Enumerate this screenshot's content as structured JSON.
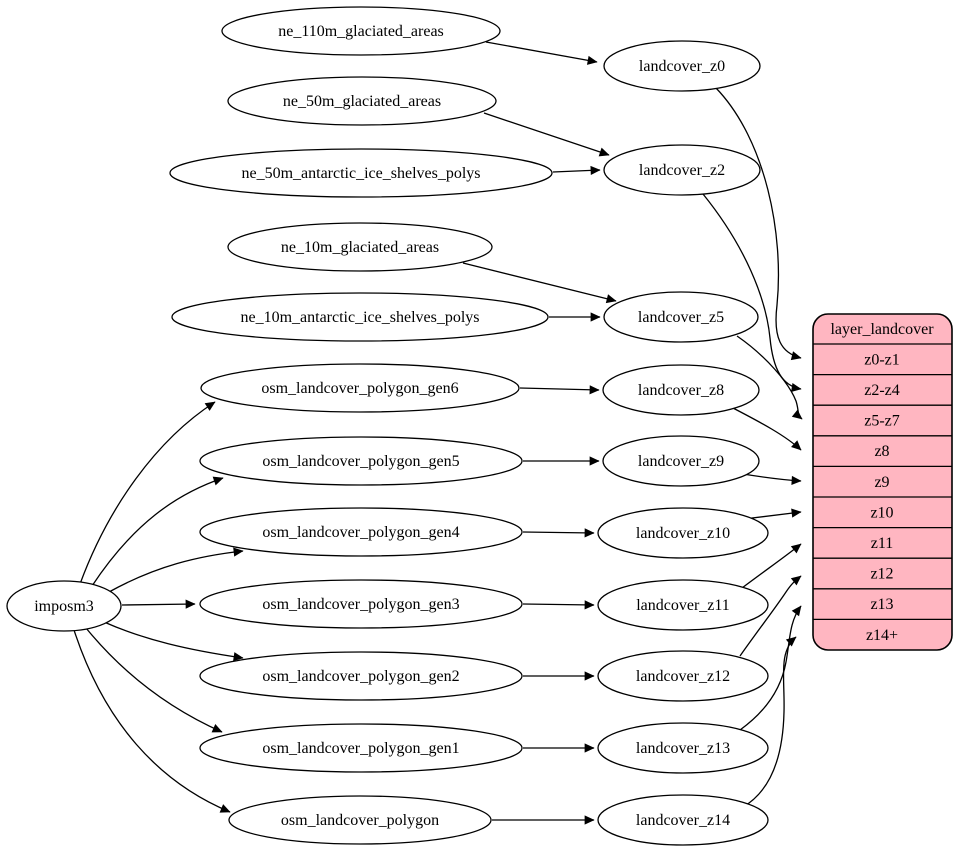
{
  "colors": {
    "record_fill": "#ffb6c1",
    "node_fill": "#ffffff",
    "stroke": "#000000",
    "background": "#ffffff"
  },
  "nodes": {
    "imposm3": "imposm3",
    "ne_110m_glaciated_areas": "ne_110m_glaciated_areas",
    "ne_50m_glaciated_areas": "ne_50m_glaciated_areas",
    "ne_50m_antarctic_ice_shelves_polys": "ne_50m_antarctic_ice_shelves_polys",
    "ne_10m_glaciated_areas": "ne_10m_glaciated_areas",
    "ne_10m_antarctic_ice_shelves_polys": "ne_10m_antarctic_ice_shelves_polys",
    "osm_landcover_polygon_gen6": "osm_landcover_polygon_gen6",
    "osm_landcover_polygon_gen5": "osm_landcover_polygon_gen5",
    "osm_landcover_polygon_gen4": "osm_landcover_polygon_gen4",
    "osm_landcover_polygon_gen3": "osm_landcover_polygon_gen3",
    "osm_landcover_polygon_gen2": "osm_landcover_polygon_gen2",
    "osm_landcover_polygon_gen1": "osm_landcover_polygon_gen1",
    "osm_landcover_polygon": "osm_landcover_polygon",
    "landcover_z0": "landcover_z0",
    "landcover_z2": "landcover_z2",
    "landcover_z5": "landcover_z5",
    "landcover_z8": "landcover_z8",
    "landcover_z9": "landcover_z9",
    "landcover_z10": "landcover_z10",
    "landcover_z11": "landcover_z11",
    "landcover_z12": "landcover_z12",
    "landcover_z13": "landcover_z13",
    "landcover_z14": "landcover_z14"
  },
  "table": {
    "title": "layer_landcover",
    "rows": [
      "z0-z1",
      "z2-z4",
      "z5-z7",
      "z8",
      "z9",
      "z10",
      "z11",
      "z12",
      "z13",
      "z14+"
    ]
  },
  "edges": [
    {
      "from": "ne_110m_glaciated_areas",
      "to": "landcover_z0"
    },
    {
      "from": "ne_50m_glaciated_areas",
      "to": "landcover_z2"
    },
    {
      "from": "ne_50m_antarctic_ice_shelves_polys",
      "to": "landcover_z2"
    },
    {
      "from": "ne_10m_glaciated_areas",
      "to": "landcover_z5"
    },
    {
      "from": "ne_10m_antarctic_ice_shelves_polys",
      "to": "landcover_z5"
    },
    {
      "from": "osm_landcover_polygon_gen6",
      "to": "landcover_z8"
    },
    {
      "from": "osm_landcover_polygon_gen5",
      "to": "landcover_z9"
    },
    {
      "from": "osm_landcover_polygon_gen4",
      "to": "landcover_z10"
    },
    {
      "from": "osm_landcover_polygon_gen3",
      "to": "landcover_z11"
    },
    {
      "from": "osm_landcover_polygon_gen2",
      "to": "landcover_z12"
    },
    {
      "from": "osm_landcover_polygon_gen1",
      "to": "landcover_z13"
    },
    {
      "from": "osm_landcover_polygon",
      "to": "landcover_z14"
    },
    {
      "from": "imposm3",
      "to": "osm_landcover_polygon_gen6"
    },
    {
      "from": "imposm3",
      "to": "osm_landcover_polygon_gen5"
    },
    {
      "from": "imposm3",
      "to": "osm_landcover_polygon_gen4"
    },
    {
      "from": "imposm3",
      "to": "osm_landcover_polygon_gen3"
    },
    {
      "from": "imposm3",
      "to": "osm_landcover_polygon_gen2"
    },
    {
      "from": "imposm3",
      "to": "osm_landcover_polygon_gen1"
    },
    {
      "from": "imposm3",
      "to": "osm_landcover_polygon"
    },
    {
      "from": "landcover_z0",
      "to": "layer_landcover:z0-z1"
    },
    {
      "from": "landcover_z2",
      "to": "layer_landcover:z2-z4"
    },
    {
      "from": "landcover_z5",
      "to": "layer_landcover:z5-z7"
    },
    {
      "from": "landcover_z8",
      "to": "layer_landcover:z8"
    },
    {
      "from": "landcover_z9",
      "to": "layer_landcover:z9"
    },
    {
      "from": "landcover_z10",
      "to": "layer_landcover:z10"
    },
    {
      "from": "landcover_z11",
      "to": "layer_landcover:z11"
    },
    {
      "from": "landcover_z12",
      "to": "layer_landcover:z12"
    },
    {
      "from": "landcover_z13",
      "to": "layer_landcover:z13"
    },
    {
      "from": "landcover_z14",
      "to": "layer_landcover:z14+"
    }
  ]
}
